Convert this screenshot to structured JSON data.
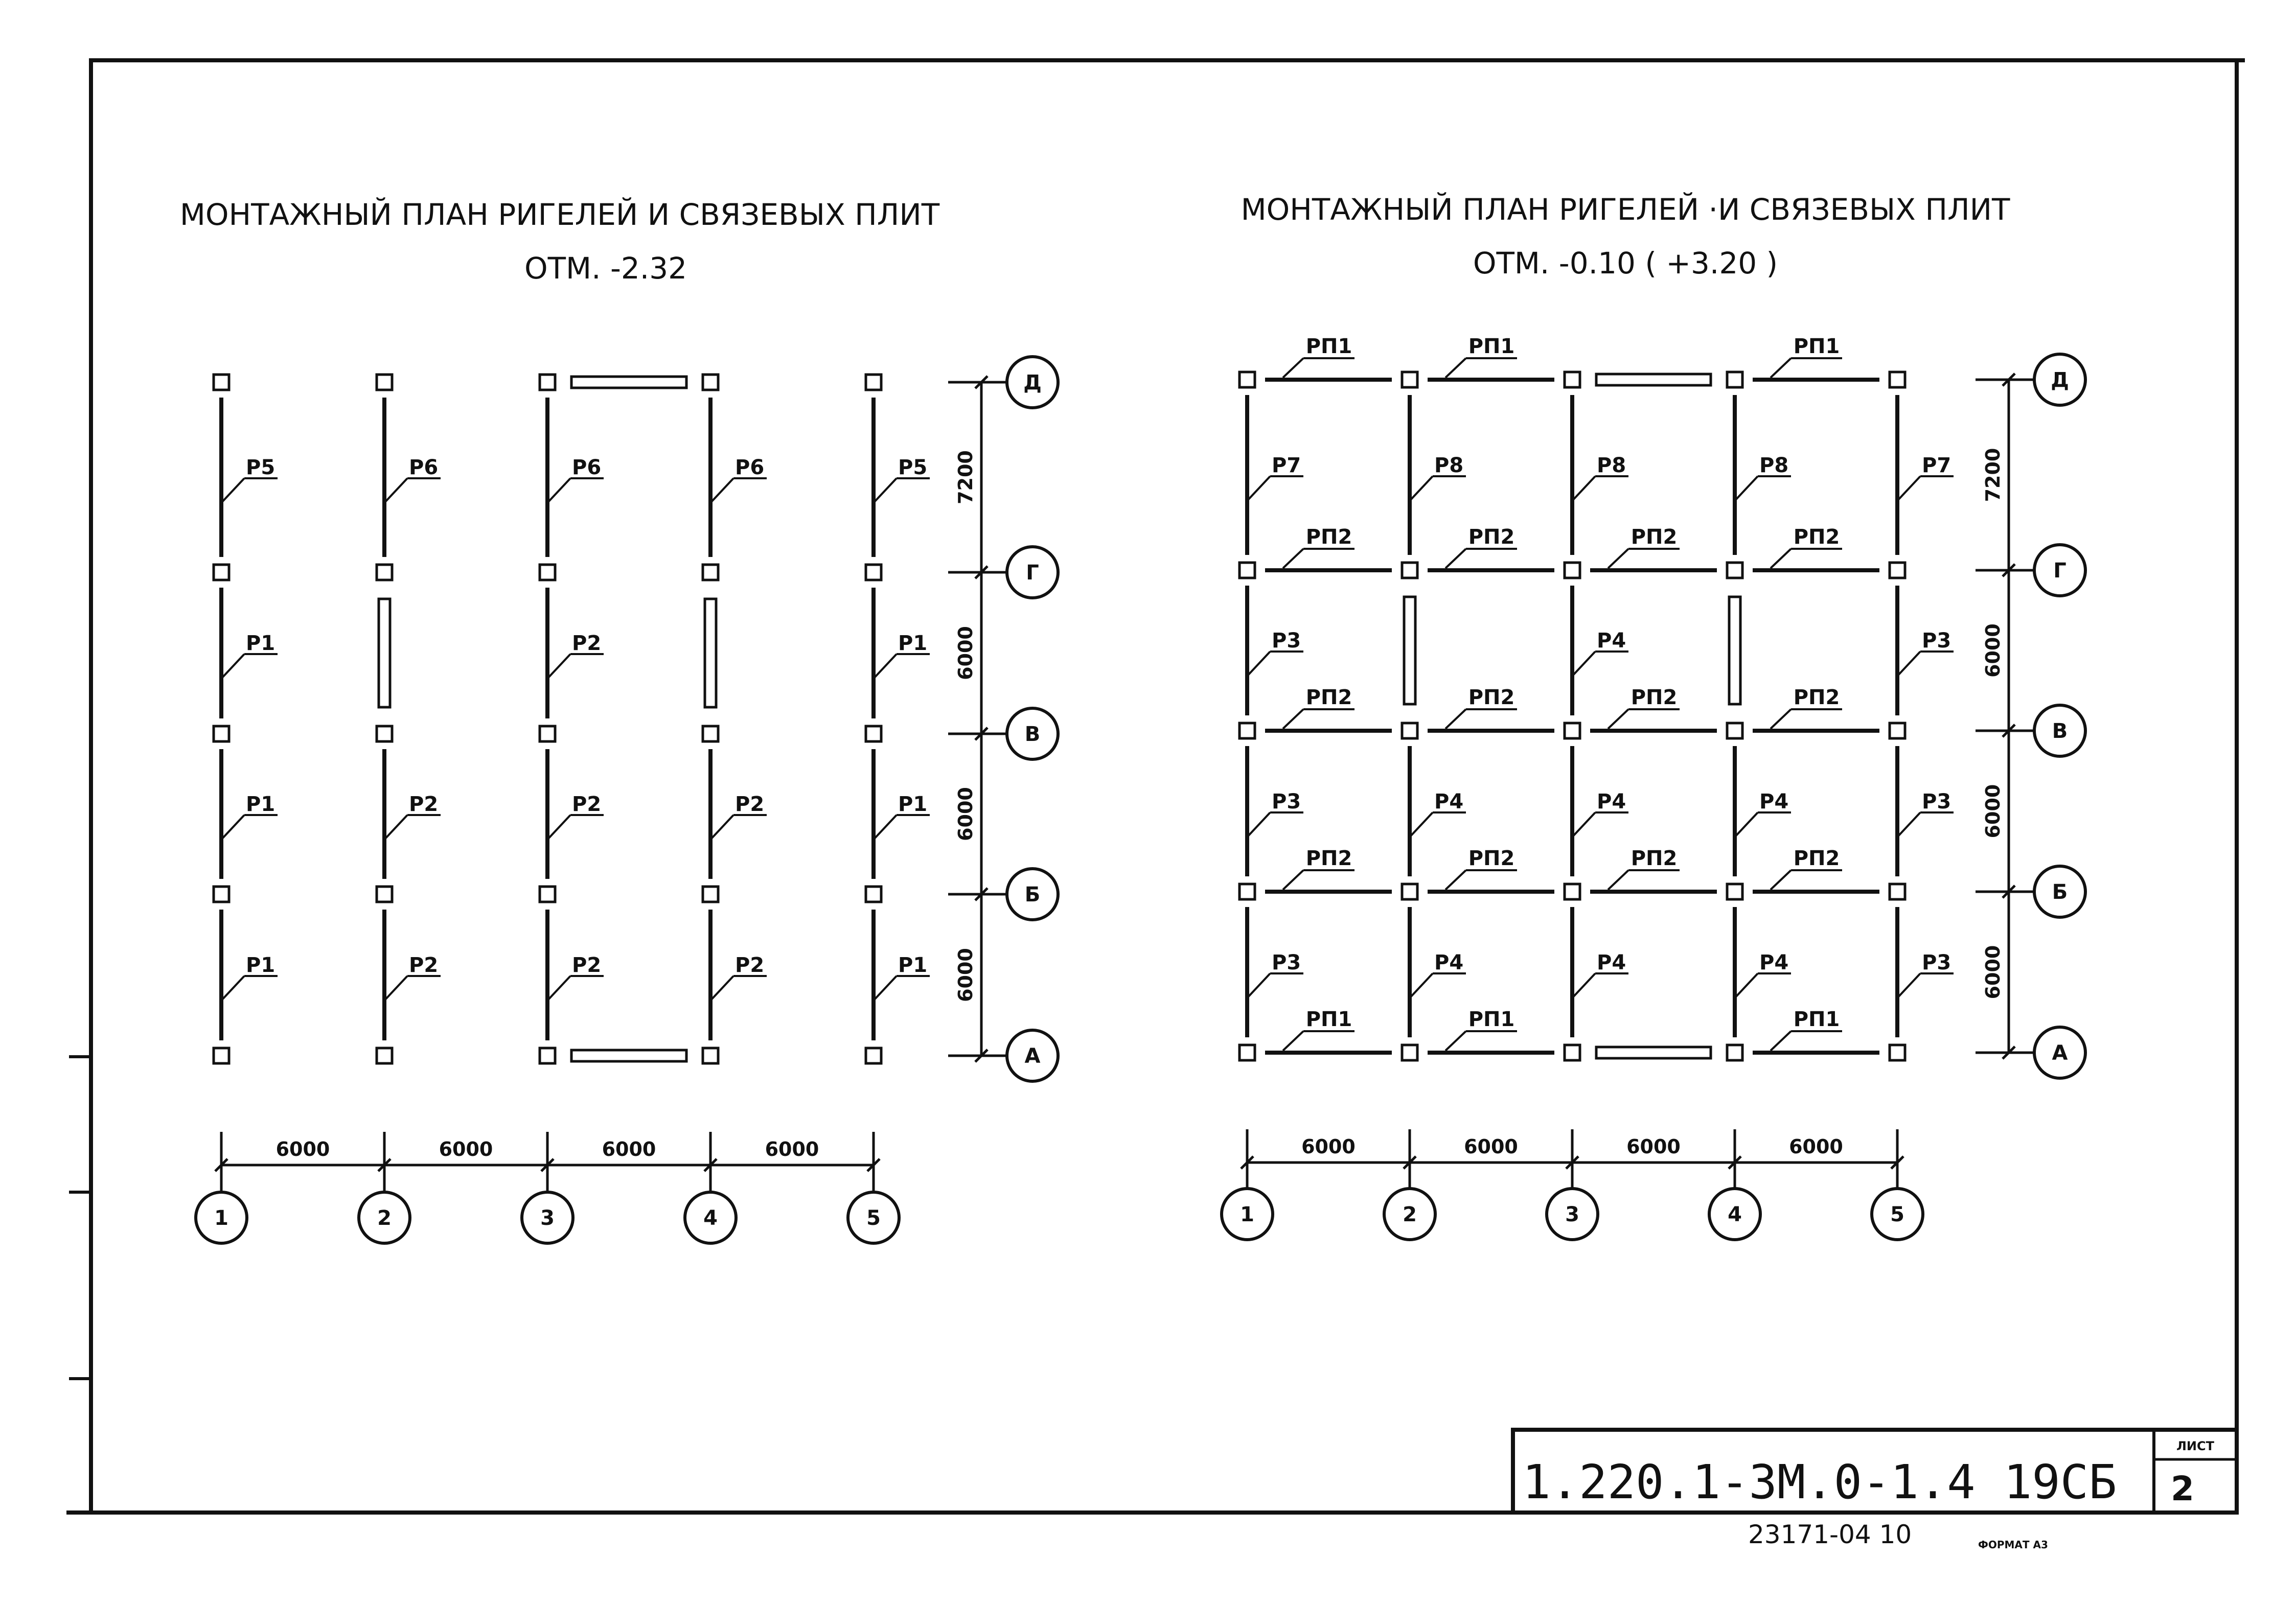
{
  "plans": [
    {
      "title": "МОНТАЖНЫЙ ПЛАН РИГЕЛЕЙ И СВЯЗЕВЫХ ПЛИТ",
      "level": "ОТМ. -2.32",
      "x_spans": [
        "6000",
        "6000",
        "6000",
        "6000"
      ],
      "y_spans": [
        "7200",
        "6000",
        "6000",
        "6000"
      ],
      "col_axes": [
        "1",
        "2",
        "3",
        "4",
        "5"
      ],
      "row_axes": [
        "Д",
        "Г",
        "В",
        "Б",
        "А"
      ],
      "vertical_rows": [
        [
          "Р5",
          "Р6",
          "Р6",
          "Р6",
          "Р5"
        ],
        [
          "Р1",
          "",
          "Р2",
          "",
          "Р1"
        ],
        [
          "Р1",
          "Р2",
          "Р2",
          "Р2",
          "Р1"
        ],
        [
          "Р1",
          "Р2",
          "Р2",
          "Р2",
          "Р1"
        ]
      ],
      "horizontal_rows": []
    },
    {
      "title": "МОНТАЖНЫЙ ПЛАН РИГЕЛЕЙ ·И СВЯЗЕВЫХ ПЛИТ",
      "level": "ОТМ. -0.10 ( +3.20 )",
      "x_spans": [
        "6000",
        "6000",
        "6000",
        "6000"
      ],
      "y_spans": [
        "7200",
        "6000",
        "6000",
        "6000"
      ],
      "col_axes": [
        "1",
        "2",
        "3",
        "4",
        "5"
      ],
      "row_axes": [
        "Д",
        "Г",
        "В",
        "Б",
        "А"
      ],
      "vertical_rows": [
        [
          "Р7",
          "Р8",
          "Р8",
          "Р8",
          "Р7"
        ],
        [
          "Р3",
          "",
          "Р4",
          "",
          "Р3"
        ],
        [
          "Р3",
          "Р4",
          "Р4",
          "Р4",
          "Р3"
        ],
        [
          "Р3",
          "Р4",
          "Р4",
          "Р4",
          "Р3"
        ]
      ],
      "horizontal_rows": [
        [
          "РП1",
          "РП1",
          "",
          "РП1"
        ],
        [
          "РП2",
          "РП2",
          "РП2",
          "РП2"
        ],
        [
          "РП2",
          "РП2",
          "РП2",
          "РП2"
        ],
        [
          "РП2",
          "РП2",
          "РП2",
          "РП2"
        ],
        [
          "РП1",
          "РП1",
          "",
          "РП1"
        ]
      ]
    }
  ],
  "title_block": {
    "drawing_code": "1.220.1-3М.0-1.4 19СБ",
    "sheet_label": "ЛИСТ",
    "sheet_number": "2"
  },
  "footer": {
    "inventory_number": "23171-04 10",
    "format_label": "ФОРМАТ А3"
  }
}
